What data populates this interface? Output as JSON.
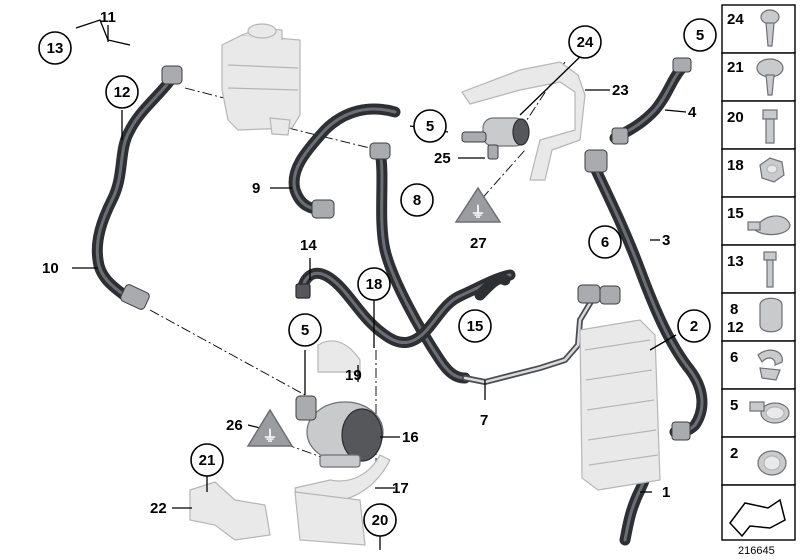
{
  "diagram": {
    "callouts": {
      "c1": "1",
      "c2": "2",
      "c3": "3",
      "c4": "4",
      "c5a": "5",
      "c5b": "5",
      "c5c": "5",
      "c6": "6",
      "c7": "7",
      "c8": "8",
      "c9": "9",
      "c10": "10",
      "c11": "11",
      "c12": "12",
      "c13": "13",
      "c14": "14",
      "c15": "15",
      "c16": "16",
      "c17": "17",
      "c18": "18",
      "c19": "19",
      "c20": "20",
      "c21": "21",
      "c22": "22",
      "c23": "23",
      "c24": "24",
      "c25": "25",
      "c26": "26",
      "c27": "27"
    },
    "side_panel": [
      "24",
      "21",
      "20",
      "18",
      "15",
      "13",
      "8\n12",
      "6",
      "5",
      "2"
    ],
    "side_panel_labels": {
      "p24": "24",
      "p21": "21",
      "p20": "20",
      "p18": "18",
      "p15": "15",
      "p13": "13",
      "p8": "8",
      "p12": "12",
      "p6": "6",
      "p5": "5",
      "p2": "2"
    },
    "diagram_number": "216645"
  },
  "colors": {
    "hose": "#2d2f33",
    "part_light": "#e9e9ea",
    "warning": "#9a9c9f"
  }
}
